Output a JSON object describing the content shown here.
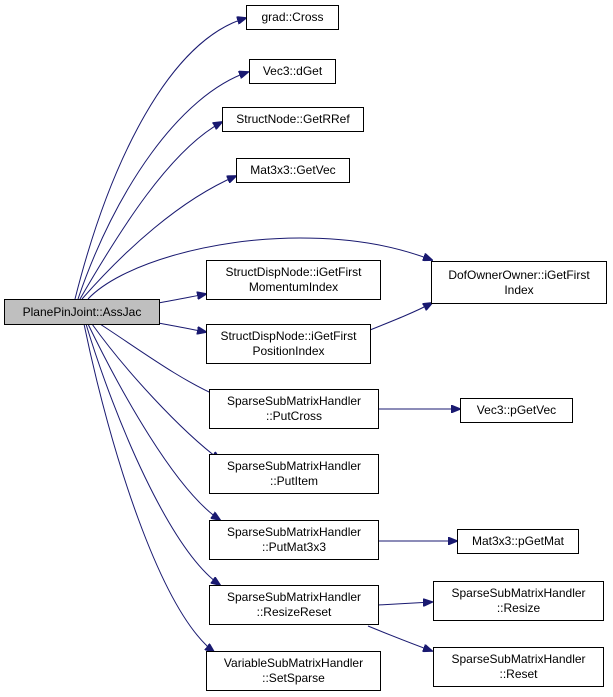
{
  "colors": {
    "edge": "#191970",
    "root_fill": "#bfbfbf",
    "node_fill": "#ffffff",
    "border": "#000000"
  },
  "nodes": {
    "root": {
      "lines": [
        "PlanePinJoint::AssJac"
      ]
    },
    "cross": {
      "lines": [
        "grad::Cross"
      ]
    },
    "dget": {
      "lines": [
        "Vec3::dGet"
      ]
    },
    "getrref": {
      "lines": [
        "StructNode::GetRRef"
      ]
    },
    "getvec": {
      "lines": [
        "Mat3x3::GetVec"
      ]
    },
    "dofowner": {
      "lines": [
        "DofOwnerOwner::iGetFirst",
        "Index"
      ]
    },
    "momentum": {
      "lines": [
        "StructDispNode::iGetFirst",
        "MomentumIndex"
      ]
    },
    "position": {
      "lines": [
        "StructDispNode::iGetFirst",
        "PositionIndex"
      ]
    },
    "putcross": {
      "lines": [
        "SparseSubMatrixHandler",
        "::PutCross"
      ]
    },
    "pgetvec": {
      "lines": [
        "Vec3::pGetVec"
      ]
    },
    "putitem": {
      "lines": [
        "SparseSubMatrixHandler",
        "::PutItem"
      ]
    },
    "putmat3x3": {
      "lines": [
        "SparseSubMatrixHandler",
        "::PutMat3x3"
      ]
    },
    "pgetmat": {
      "lines": [
        "Mat3x3::pGetMat"
      ]
    },
    "resizereset": {
      "lines": [
        "SparseSubMatrixHandler",
        "::ResizeReset"
      ]
    },
    "resize": {
      "lines": [
        "SparseSubMatrixHandler",
        "::Resize"
      ]
    },
    "reset": {
      "lines": [
        "SparseSubMatrixHandler",
        "::Reset"
      ]
    },
    "setsparse": {
      "lines": [
        "VariableSubMatrixHandler",
        "::SetSparse"
      ]
    }
  }
}
